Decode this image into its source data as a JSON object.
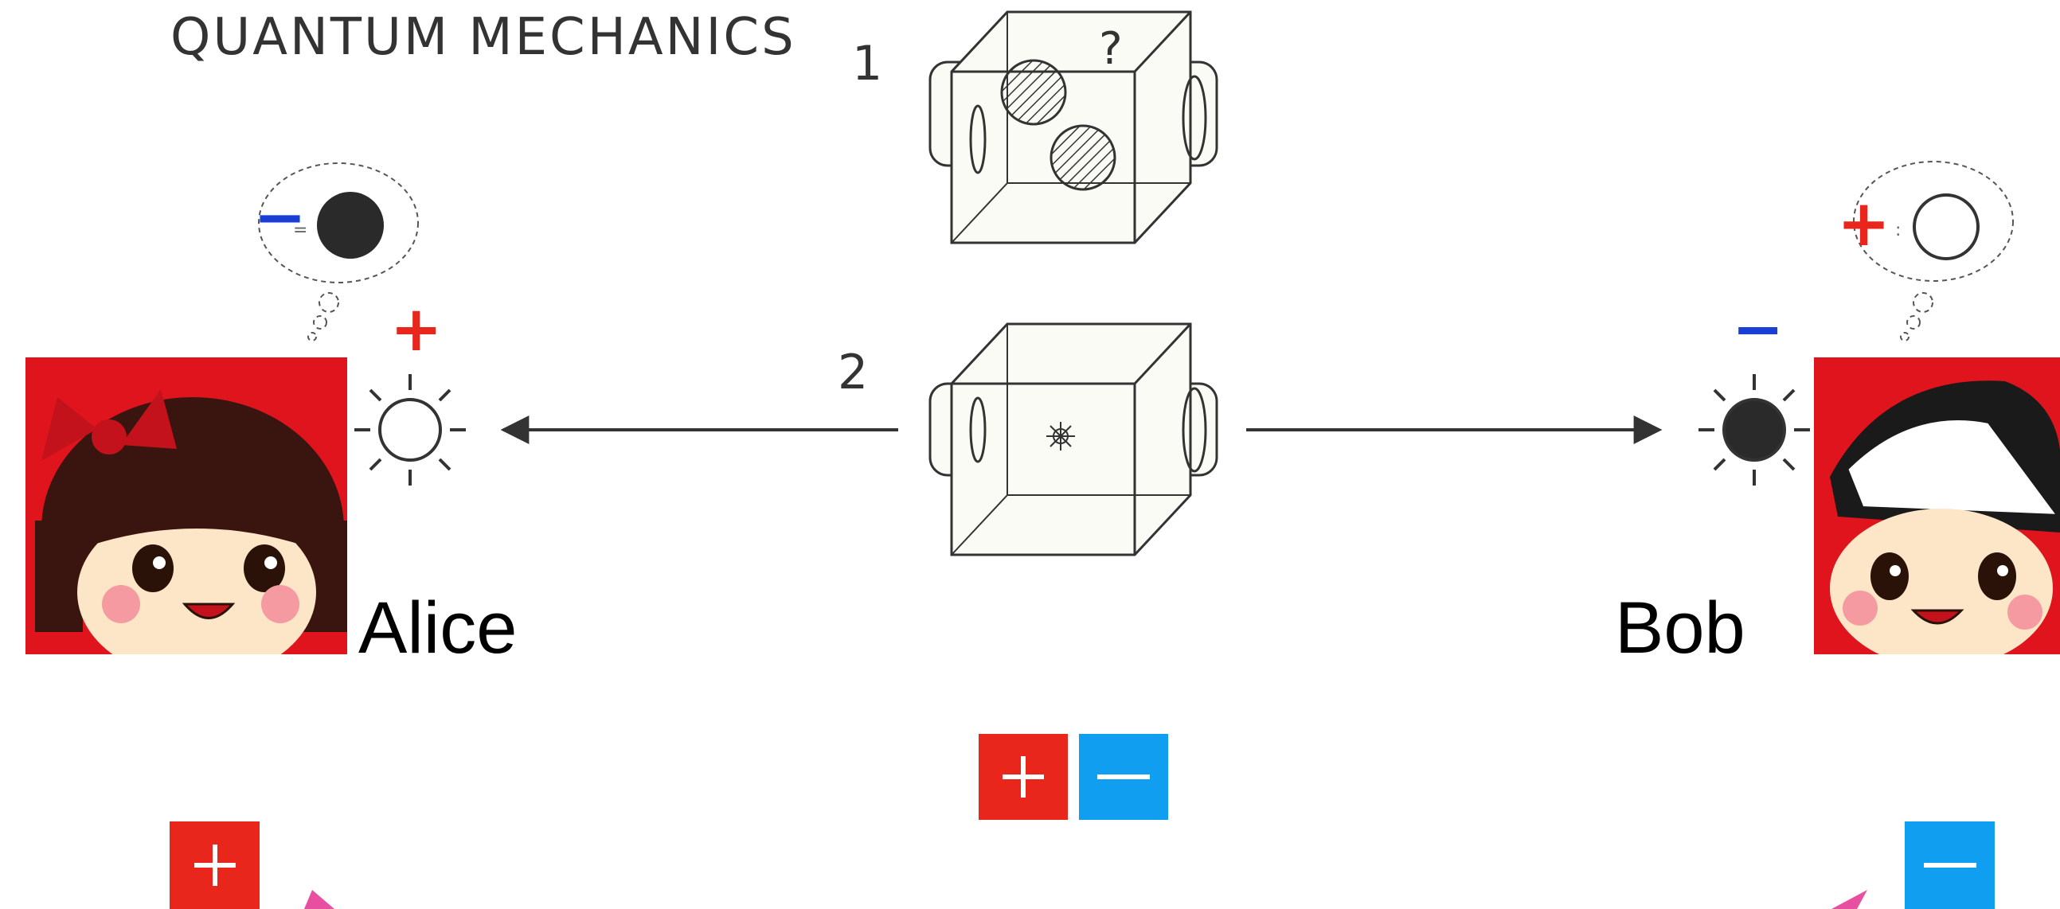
{
  "title": "QUANTUM MECHANICS",
  "scenes": [
    {
      "label": "1",
      "content_symbol": "?"
    },
    {
      "label": "2"
    }
  ],
  "people": {
    "alice": {
      "name": "Alice",
      "observed_sign": "+",
      "thought_sign": "−",
      "thought_eq": "="
    },
    "bob": {
      "name": "Bob",
      "observed_sign": "−",
      "thought_sign": "+",
      "thought_eq": ":"
    }
  },
  "buttons": {
    "center_plus": "+",
    "center_minus": "−",
    "alice_result": "+",
    "bob_result": "−"
  },
  "colors": {
    "plus": "#e8261b",
    "minus": "#1a3fd6",
    "button_red": "#e8261b",
    "button_blue": "#0f9ef0",
    "avatar_bg": "#e0141c",
    "pointer_pink": "#e94fa1"
  }
}
